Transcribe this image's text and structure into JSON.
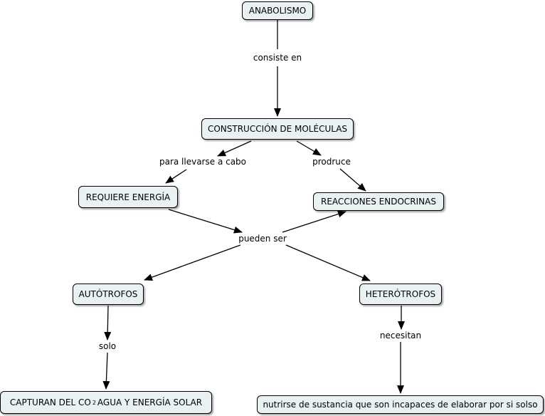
{
  "nodes": {
    "anabolismo": "ANABOLISMO",
    "construccion": "CONSTRUCCIÓN DE MOLÉCULAS",
    "requiere": "REQUIERE ENERGÍA",
    "reacciones": "REACCIONES ENDOCRINAS",
    "autotrofos": "AUTÓTROFOS",
    "heterotrofos": "HETERÓTROFOS",
    "capturan_pre": "CAPTURAN DEL  CO",
    "capturan_sub": "2",
    "capturan_post": " AGUA Y ENERGÍA SOLAR",
    "nutrirse": "nutrirse de sustancia que son incapaces de elaborar por si solso"
  },
  "links": {
    "consiste": "consiste en",
    "para": "para llevarse a cabo",
    "prodruce": "prodruce",
    "pueden": "pueden ser",
    "solo": "solo",
    "necesitan": "necesitan"
  }
}
